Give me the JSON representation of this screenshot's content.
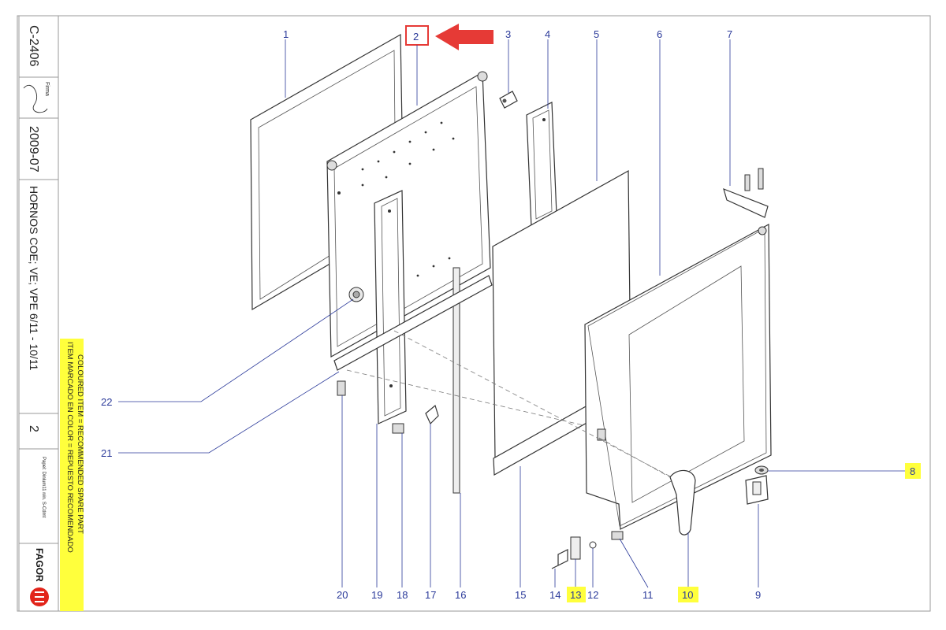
{
  "title_block": {
    "drawing_number": "C-2406",
    "firma": "Firma",
    "date": "2009-07",
    "apparatus": "HORNOS COE; VE; VPE 6/11 - 10/11",
    "sheet_number": "2",
    "paper_note": "Papel: Dinlum11 n/n. S-Cdmt",
    "brand": "FAGOR",
    "legend_es": "ITEM MARCADO EN COLOR = REPUESTO RECOMENDADO",
    "legend_en": "COLOURED ITEM = RECOMMENDED SPARE PART"
  },
  "colors": {
    "callout_blue": "#2b3a9a",
    "highlight_yellow": "#ffff3c",
    "arrow_red": "#e63a36",
    "brand_red": "#e2241a"
  },
  "callouts": [
    {
      "id": "c1",
      "label": "1"
    },
    {
      "id": "c2",
      "label": "2"
    },
    {
      "id": "c3",
      "label": "3"
    },
    {
      "id": "c4",
      "label": "4"
    },
    {
      "id": "c5",
      "label": "5"
    },
    {
      "id": "c6",
      "label": "6"
    },
    {
      "id": "c7",
      "label": "7"
    },
    {
      "id": "c8",
      "label": "8"
    },
    {
      "id": "c9",
      "label": "9"
    },
    {
      "id": "c10",
      "label": "10"
    },
    {
      "id": "c11",
      "label": "11"
    },
    {
      "id": "c12",
      "label": "12"
    },
    {
      "id": "c13",
      "label": "13"
    },
    {
      "id": "c14",
      "label": "14"
    },
    {
      "id": "c15",
      "label": "15"
    },
    {
      "id": "c16",
      "label": "16"
    },
    {
      "id": "c17",
      "label": "17"
    },
    {
      "id": "c18",
      "label": "18"
    },
    {
      "id": "c19",
      "label": "19"
    },
    {
      "id": "c20",
      "label": "20"
    },
    {
      "id": "c21",
      "label": "21"
    },
    {
      "id": "c22",
      "label": "22"
    }
  ]
}
